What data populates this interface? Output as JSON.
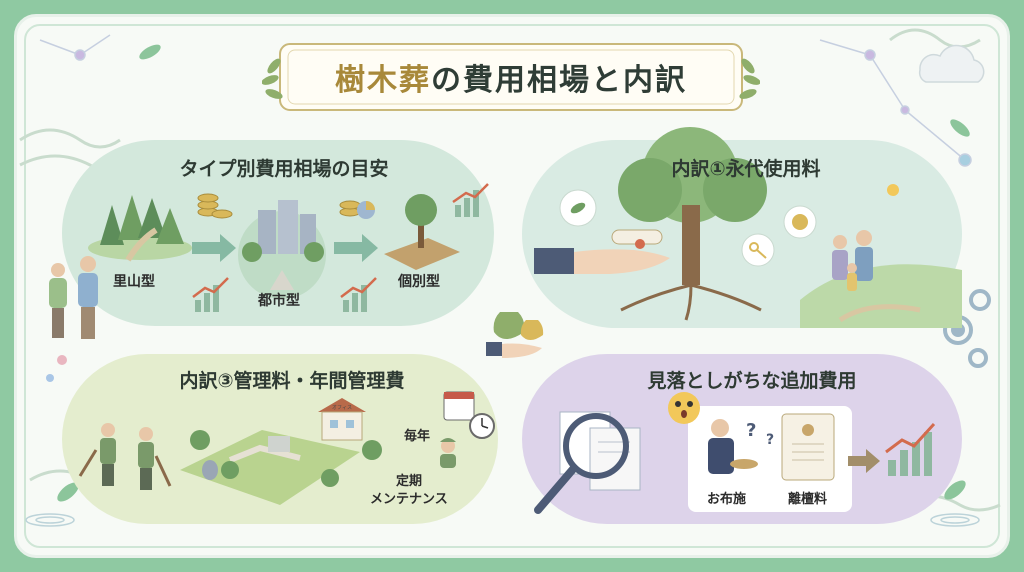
{
  "title": {
    "accent": "樹木葬",
    "rest": "の費用相場と内訳"
  },
  "panels": {
    "types": {
      "title": "タイプ別費用相場の目安",
      "labels": [
        "里山型",
        "都市型",
        "個別型"
      ]
    },
    "eternal": {
      "title": "内訳①永代使用料"
    },
    "management": {
      "title": "内訳③管理料・年間管理費",
      "office_sign": "オフィス",
      "labels": [
        "毎年",
        "定期",
        "メンテナンス"
      ]
    },
    "extra": {
      "title": "見落としがちな追加費用",
      "labels": [
        "お布施",
        "離檀料"
      ]
    }
  },
  "colors": {
    "frame": "#8fc9a2",
    "panel_green": "#d3e8dc",
    "panel_teal": "#d9ebe3",
    "panel_olive": "#e4edce",
    "panel_purple": "#ddd3ea",
    "title_accent": "#a8893a"
  }
}
